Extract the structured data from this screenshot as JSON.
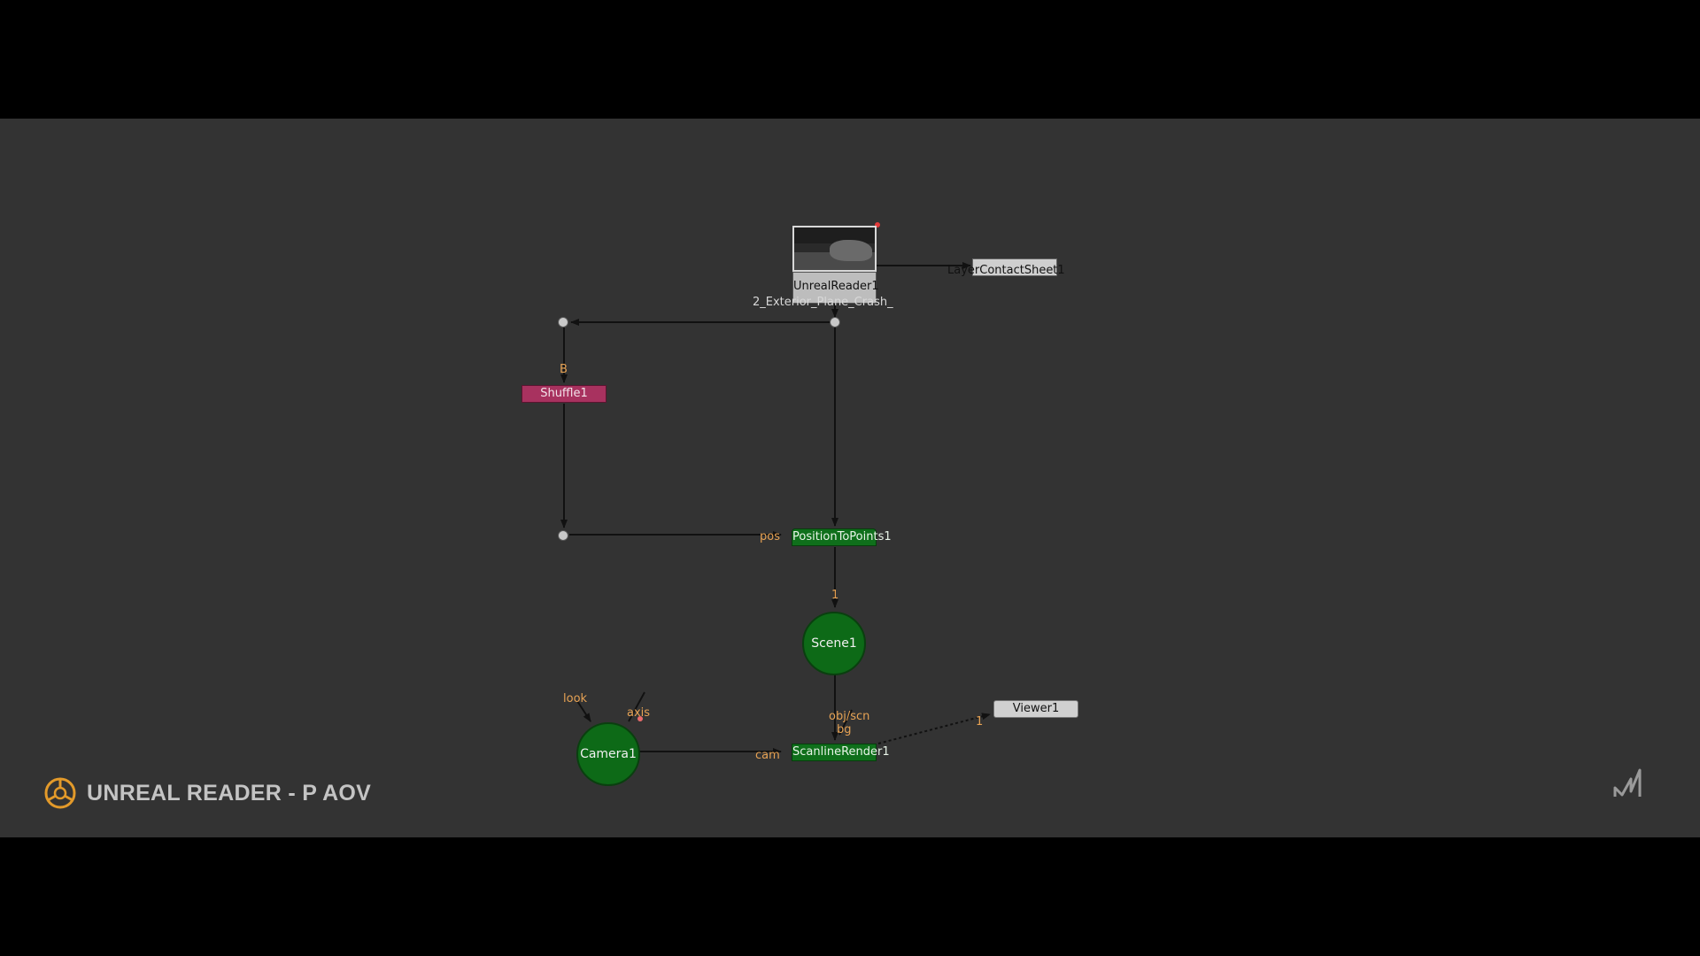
{
  "overlay": {
    "title": "UNREAL READER - P AOV",
    "logo_icon": "nuke-logo-icon",
    "watermark_icon": "m-logo-icon"
  },
  "nodes": {
    "unreal_reader": {
      "label": "UnrealReader1",
      "sublabel": "2_Exterior_Plane_Crash_"
    },
    "contact_sheet": {
      "label": "LayerContactSheet1"
    },
    "shuffle": {
      "label": "Shuffle1",
      "input": "B"
    },
    "position_to_points": {
      "label": "PositionToPoints1",
      "input": "pos"
    },
    "scene": {
      "label": "Scene1",
      "input": "1"
    },
    "scanline_render": {
      "label": "ScanlineRender1",
      "input_cam": "cam",
      "input_obj": "obj/scn",
      "input_bg": "bg"
    },
    "camera": {
      "label": "Camera1",
      "input_look": "look",
      "input_axis": "axis"
    },
    "viewer": {
      "label": "Viewer1",
      "input": "1"
    }
  },
  "colors": {
    "graph_bg": "#333333",
    "node_green": "#0f6f1b",
    "shuffle_pink": "#a8325f",
    "wire": "#111111",
    "input_label": "#e6a254"
  }
}
